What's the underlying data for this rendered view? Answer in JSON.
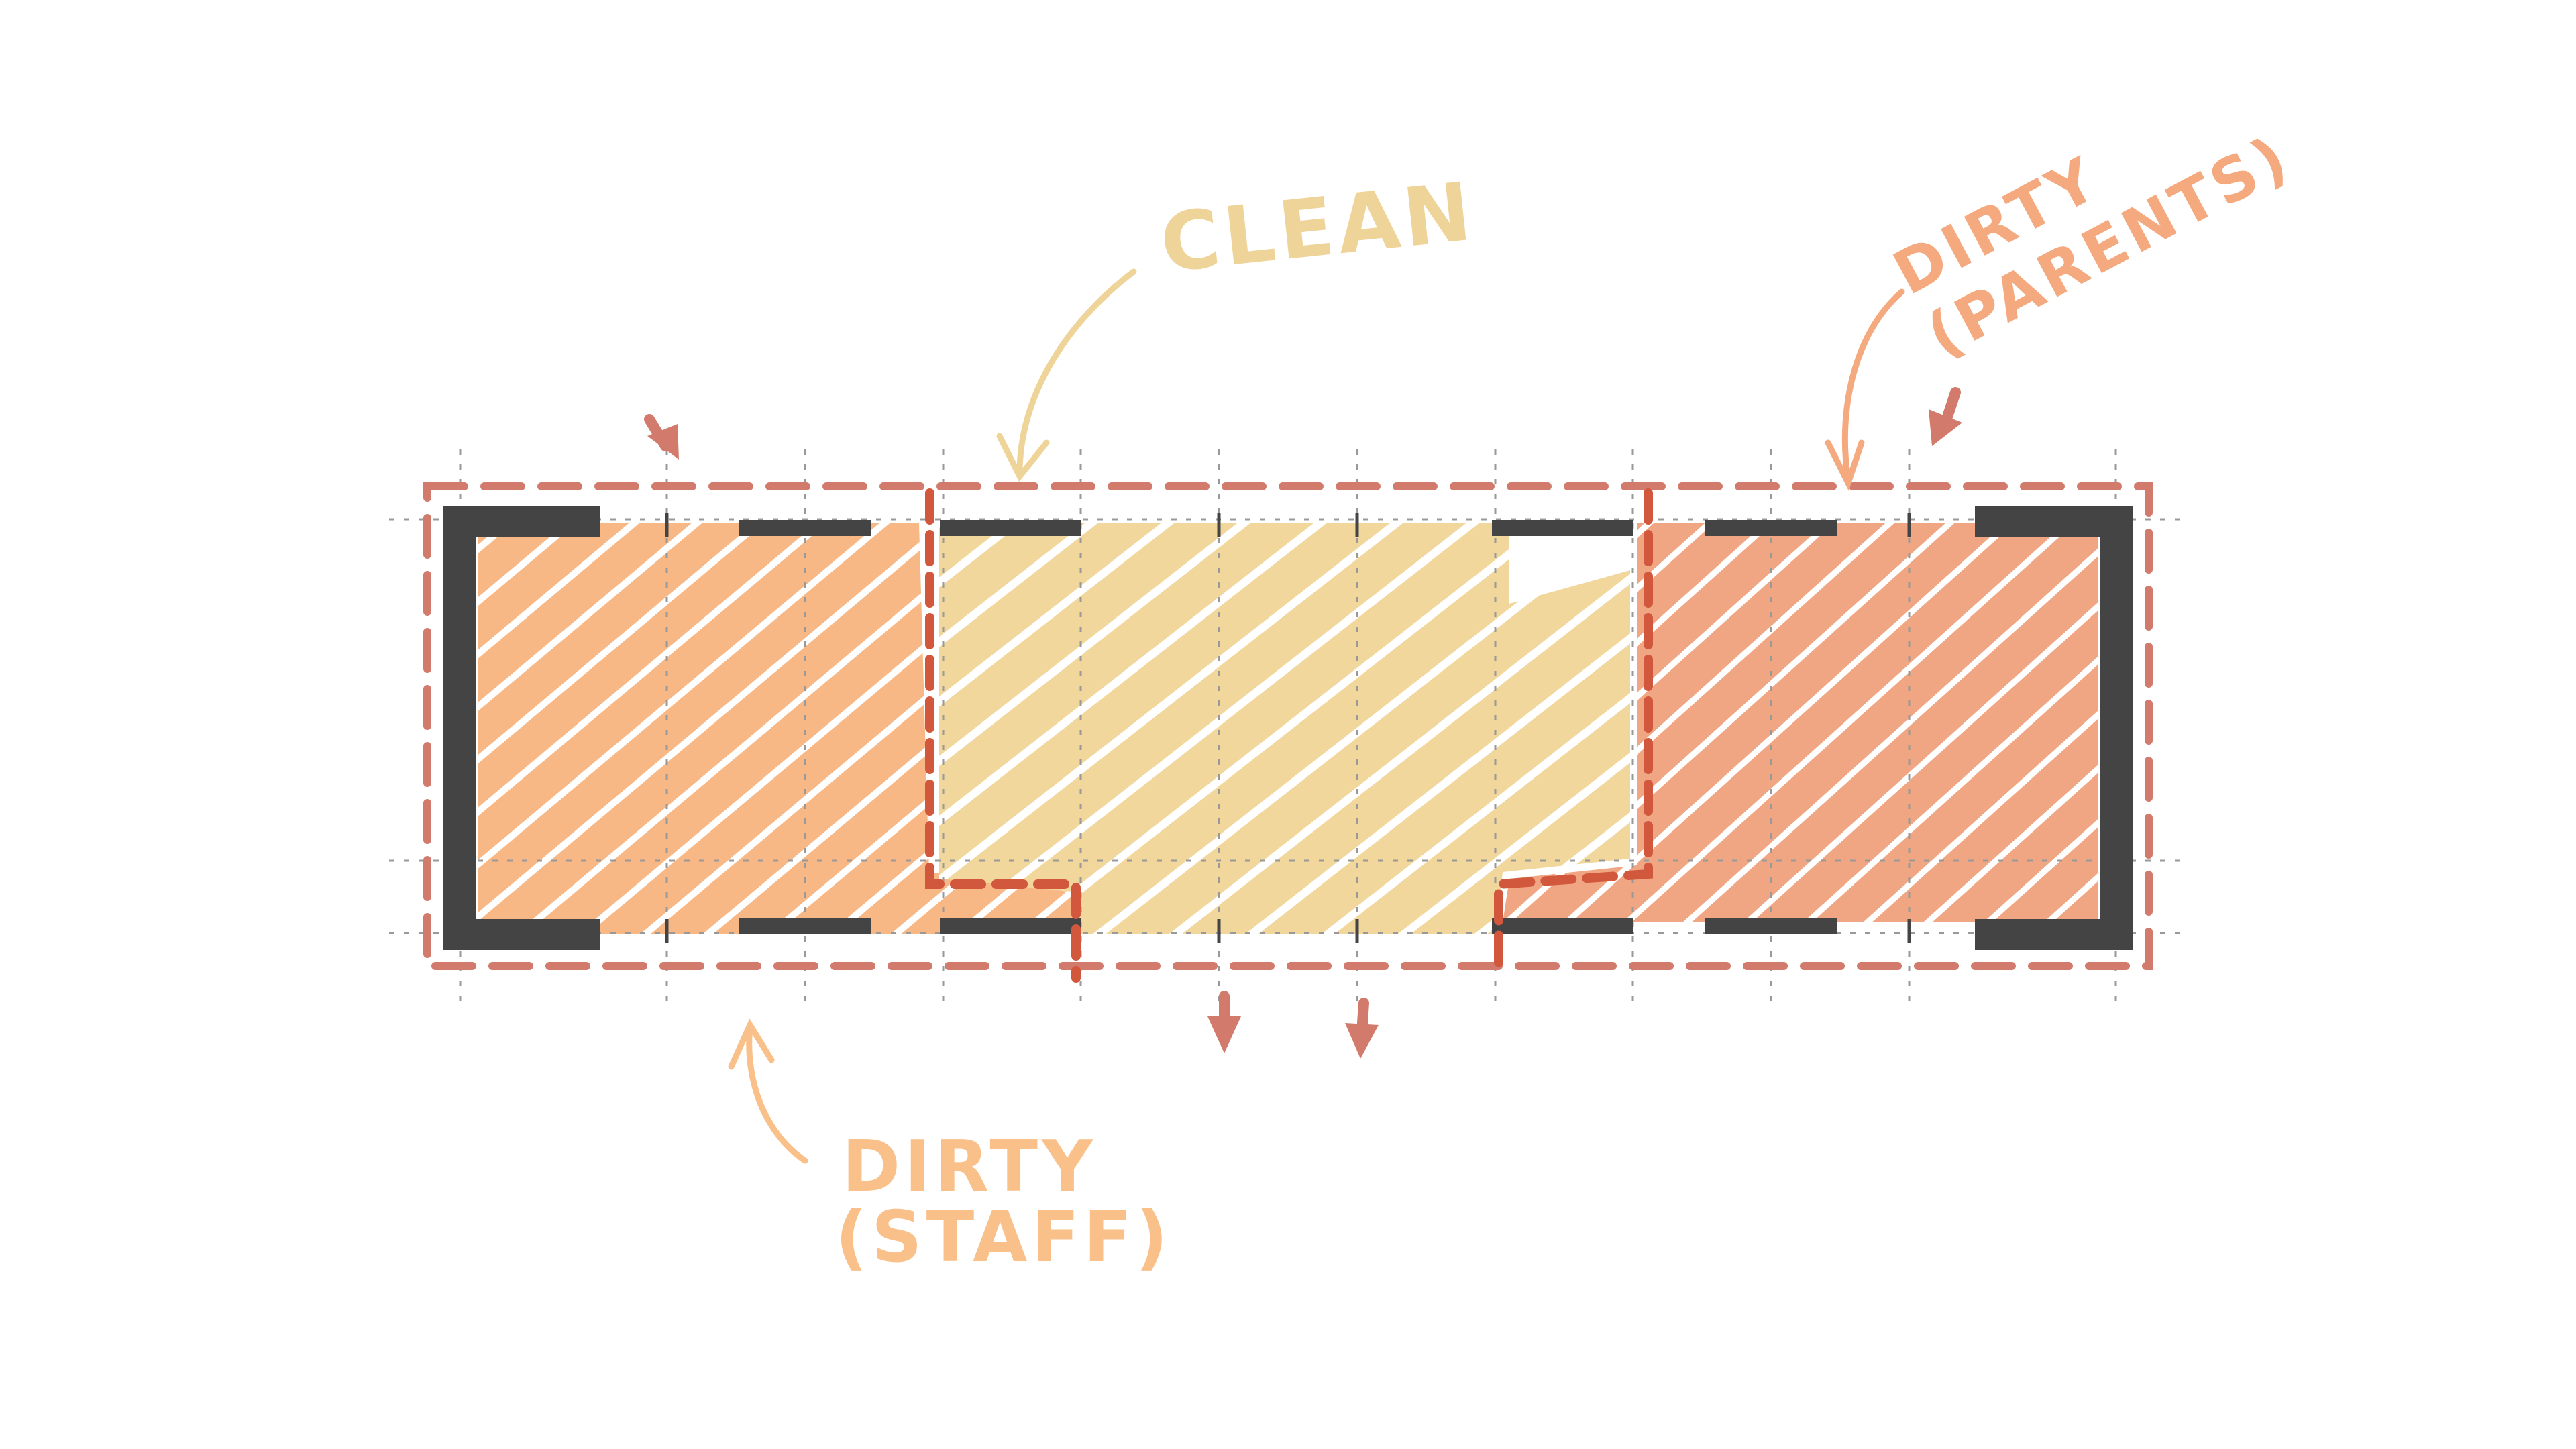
{
  "labels": {
    "clean": "CLEAN",
    "dirty_parents_line1": "DIRTY",
    "dirty_parents_line2": "(PARENTS)",
    "dirty_staff_line1": "DIRTY",
    "dirty_staff_line2": "(STAFF)"
  },
  "colors": {
    "staff_zone": "#f7b886",
    "clean_zone": "#f1d79c",
    "parents_zone": "#f0a683",
    "boundary": "#d27a6c",
    "wall": "#444444",
    "clean_label": "#efd49a",
    "dirty_label": "#f4a97f",
    "staff_label": "#f9c08a"
  }
}
